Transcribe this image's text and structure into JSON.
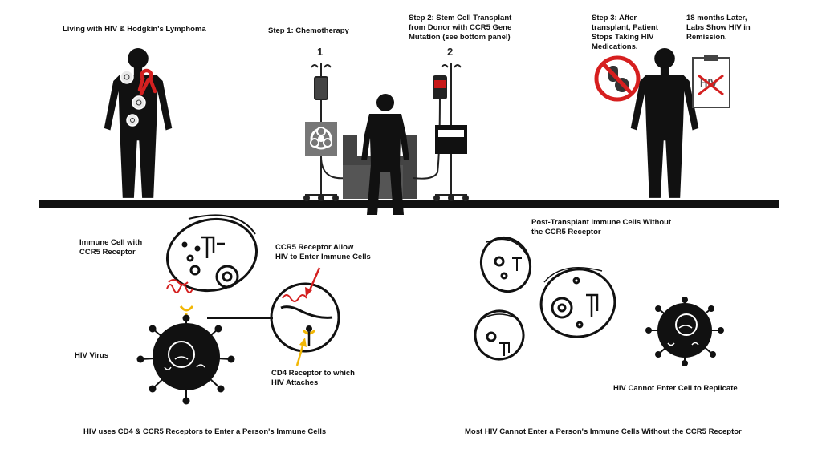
{
  "top": {
    "living_label": "Living with HIV & Hodgkin's Lymphoma",
    "step1_label": "Step 1: Chemotherapy",
    "step2_label": "Step 2: Stem Cell Transplant\nfrom Donor with CCR5 Gene\nMutation (see bottom panel)",
    "step3_label": "Step 3: After\ntransplant, Patient\nStops Taking HIV\nMedications.",
    "remission_label": "18 months Later,\nLabs Show HIV in\nRemission.",
    "pole1_number": "1",
    "pole2_number": "2",
    "clipboard_text": "HIV"
  },
  "bottom_left": {
    "immune_cell_label": "Immune Cell with\nCCR5 Receptor",
    "ccr5_label": "CCR5 Receptor Allow\nHIV to Enter Immune Cells",
    "hiv_virus_label": "HIV Virus",
    "cd4_label": "CD4 Receptor to which\nHIV Attaches",
    "caption": "HIV uses CD4 & CCR5 Receptors to Enter a Person's Immune Cells"
  },
  "bottom_right": {
    "post_transplant_label": "Post-Transplant Immune Cells Without\nthe CCR5 Receptor",
    "cannot_enter_label": "HIV Cannot Enter Cell to Replicate",
    "caption": "Most HIV Cannot Enter a Person's Immune Cells Without the CCR5 Receptor"
  },
  "colors": {
    "ink": "#111111",
    "red_ribbon": "#d42020",
    "receptor_yellow": "#f2b705",
    "blood_red": "#c81818",
    "prohibit_red": "#d61f1f"
  },
  "icons": [
    "human-silhouette-icon",
    "aids-ribbon-icon",
    "iv-pole-icon",
    "biohazard-icon",
    "blood-bag-icon",
    "no-pills-icon",
    "clipboard-icon",
    "immune-cell-icon",
    "hiv-virus-icon",
    "magnifier-icon"
  ]
}
